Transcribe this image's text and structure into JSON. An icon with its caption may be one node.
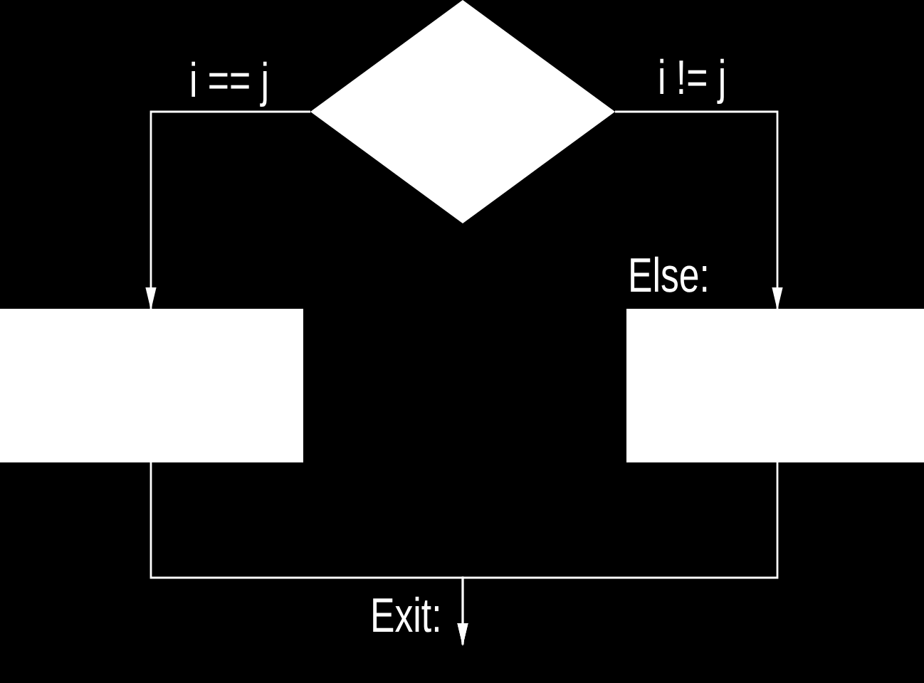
{
  "diagram": {
    "nodes": [
      {
        "text": [],
        "shape": "diamond"
      },
      {
        "text": [],
        "shape": "box"
      },
      {
        "text": [],
        "shape": "box",
        "beside": [
          "Else:"
        ]
      },
      {
        "text": [
          "Exit:"
        ]
      }
    ],
    "edges": [
      {
        "from": 0,
        "to": 1,
        "arrow": "to",
        "label": "i == j"
      },
      {
        "from": 0,
        "to": 2,
        "arrow": "to",
        "label": "i != j"
      },
      {
        "from": 1,
        "to": 3,
        "arrow": "to"
      },
      {
        "from": 2,
        "to": 3,
        "arrow": "to"
      }
    ]
  }
}
